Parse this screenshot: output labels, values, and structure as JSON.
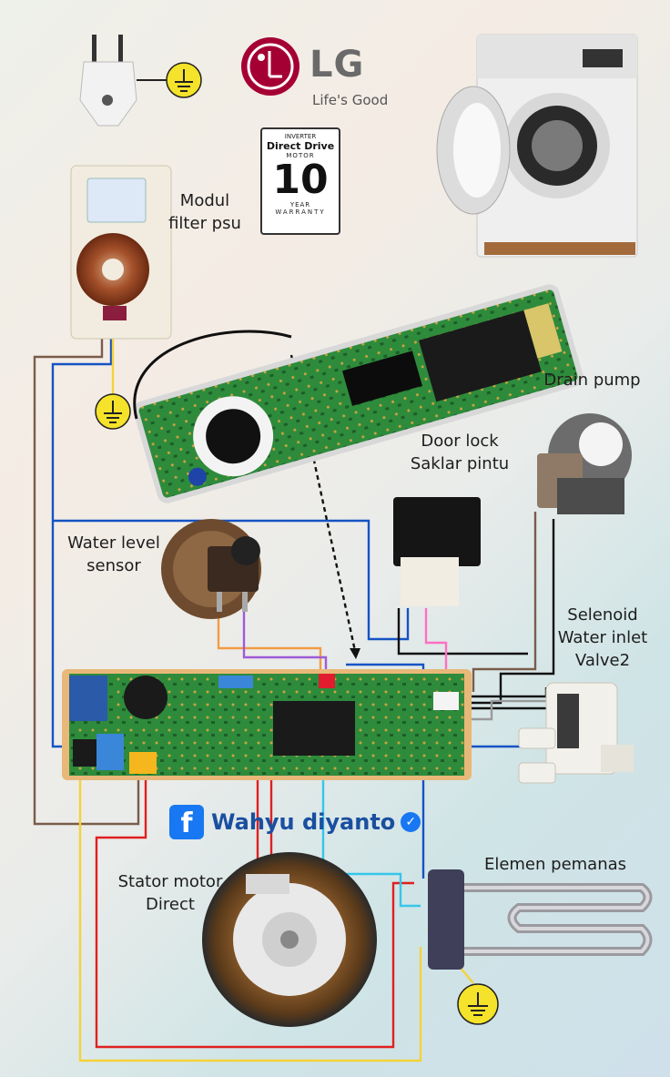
{
  "brand": {
    "name": "LG",
    "tagline": "Life's Good",
    "red": "#a50034"
  },
  "badge": {
    "line1": "INVERTER",
    "line2": "Direct Drive",
    "line3": "MOTOR",
    "years": "10",
    "year_label": "YEAR",
    "warranty": "WARRANTY"
  },
  "labels": {
    "modul_filter": [
      "Modul",
      "filter psu"
    ],
    "drain_pump": "Drain pump",
    "door_lock": [
      "Door lock",
      "Saklar pintu"
    ],
    "water_level": [
      "Water level",
      "sensor"
    ],
    "selenoid": [
      "Selenoid",
      "Water inlet",
      "Valve2"
    ],
    "stator": [
      "Stator motor",
      "Direct"
    ],
    "heater": "Elemen pemanas"
  },
  "author": {
    "name": "Wahyu diyanto",
    "platform_icon": "facebook-icon"
  },
  "wire_colors": {
    "blue": "#1553c4",
    "brown": "#7a5c4a",
    "black": "#111111",
    "yellow": "#f4d23a",
    "red": "#e02020",
    "purple": "#a05bd6",
    "orange": "#f39b45",
    "pink": "#ff6fc2",
    "cyan": "#35c6ea",
    "gray": "#9a9a9a",
    "ground": "#f5e22a",
    "pcb_green": "#2f8a3a"
  },
  "icons": [
    "plug-icon",
    "ground-icon",
    "washing-machine-icon",
    "drain-pump-icon",
    "door-lock-icon",
    "pressure-sensor-icon",
    "solenoid-valve-icon",
    "stator-icon",
    "heater-icon"
  ]
}
